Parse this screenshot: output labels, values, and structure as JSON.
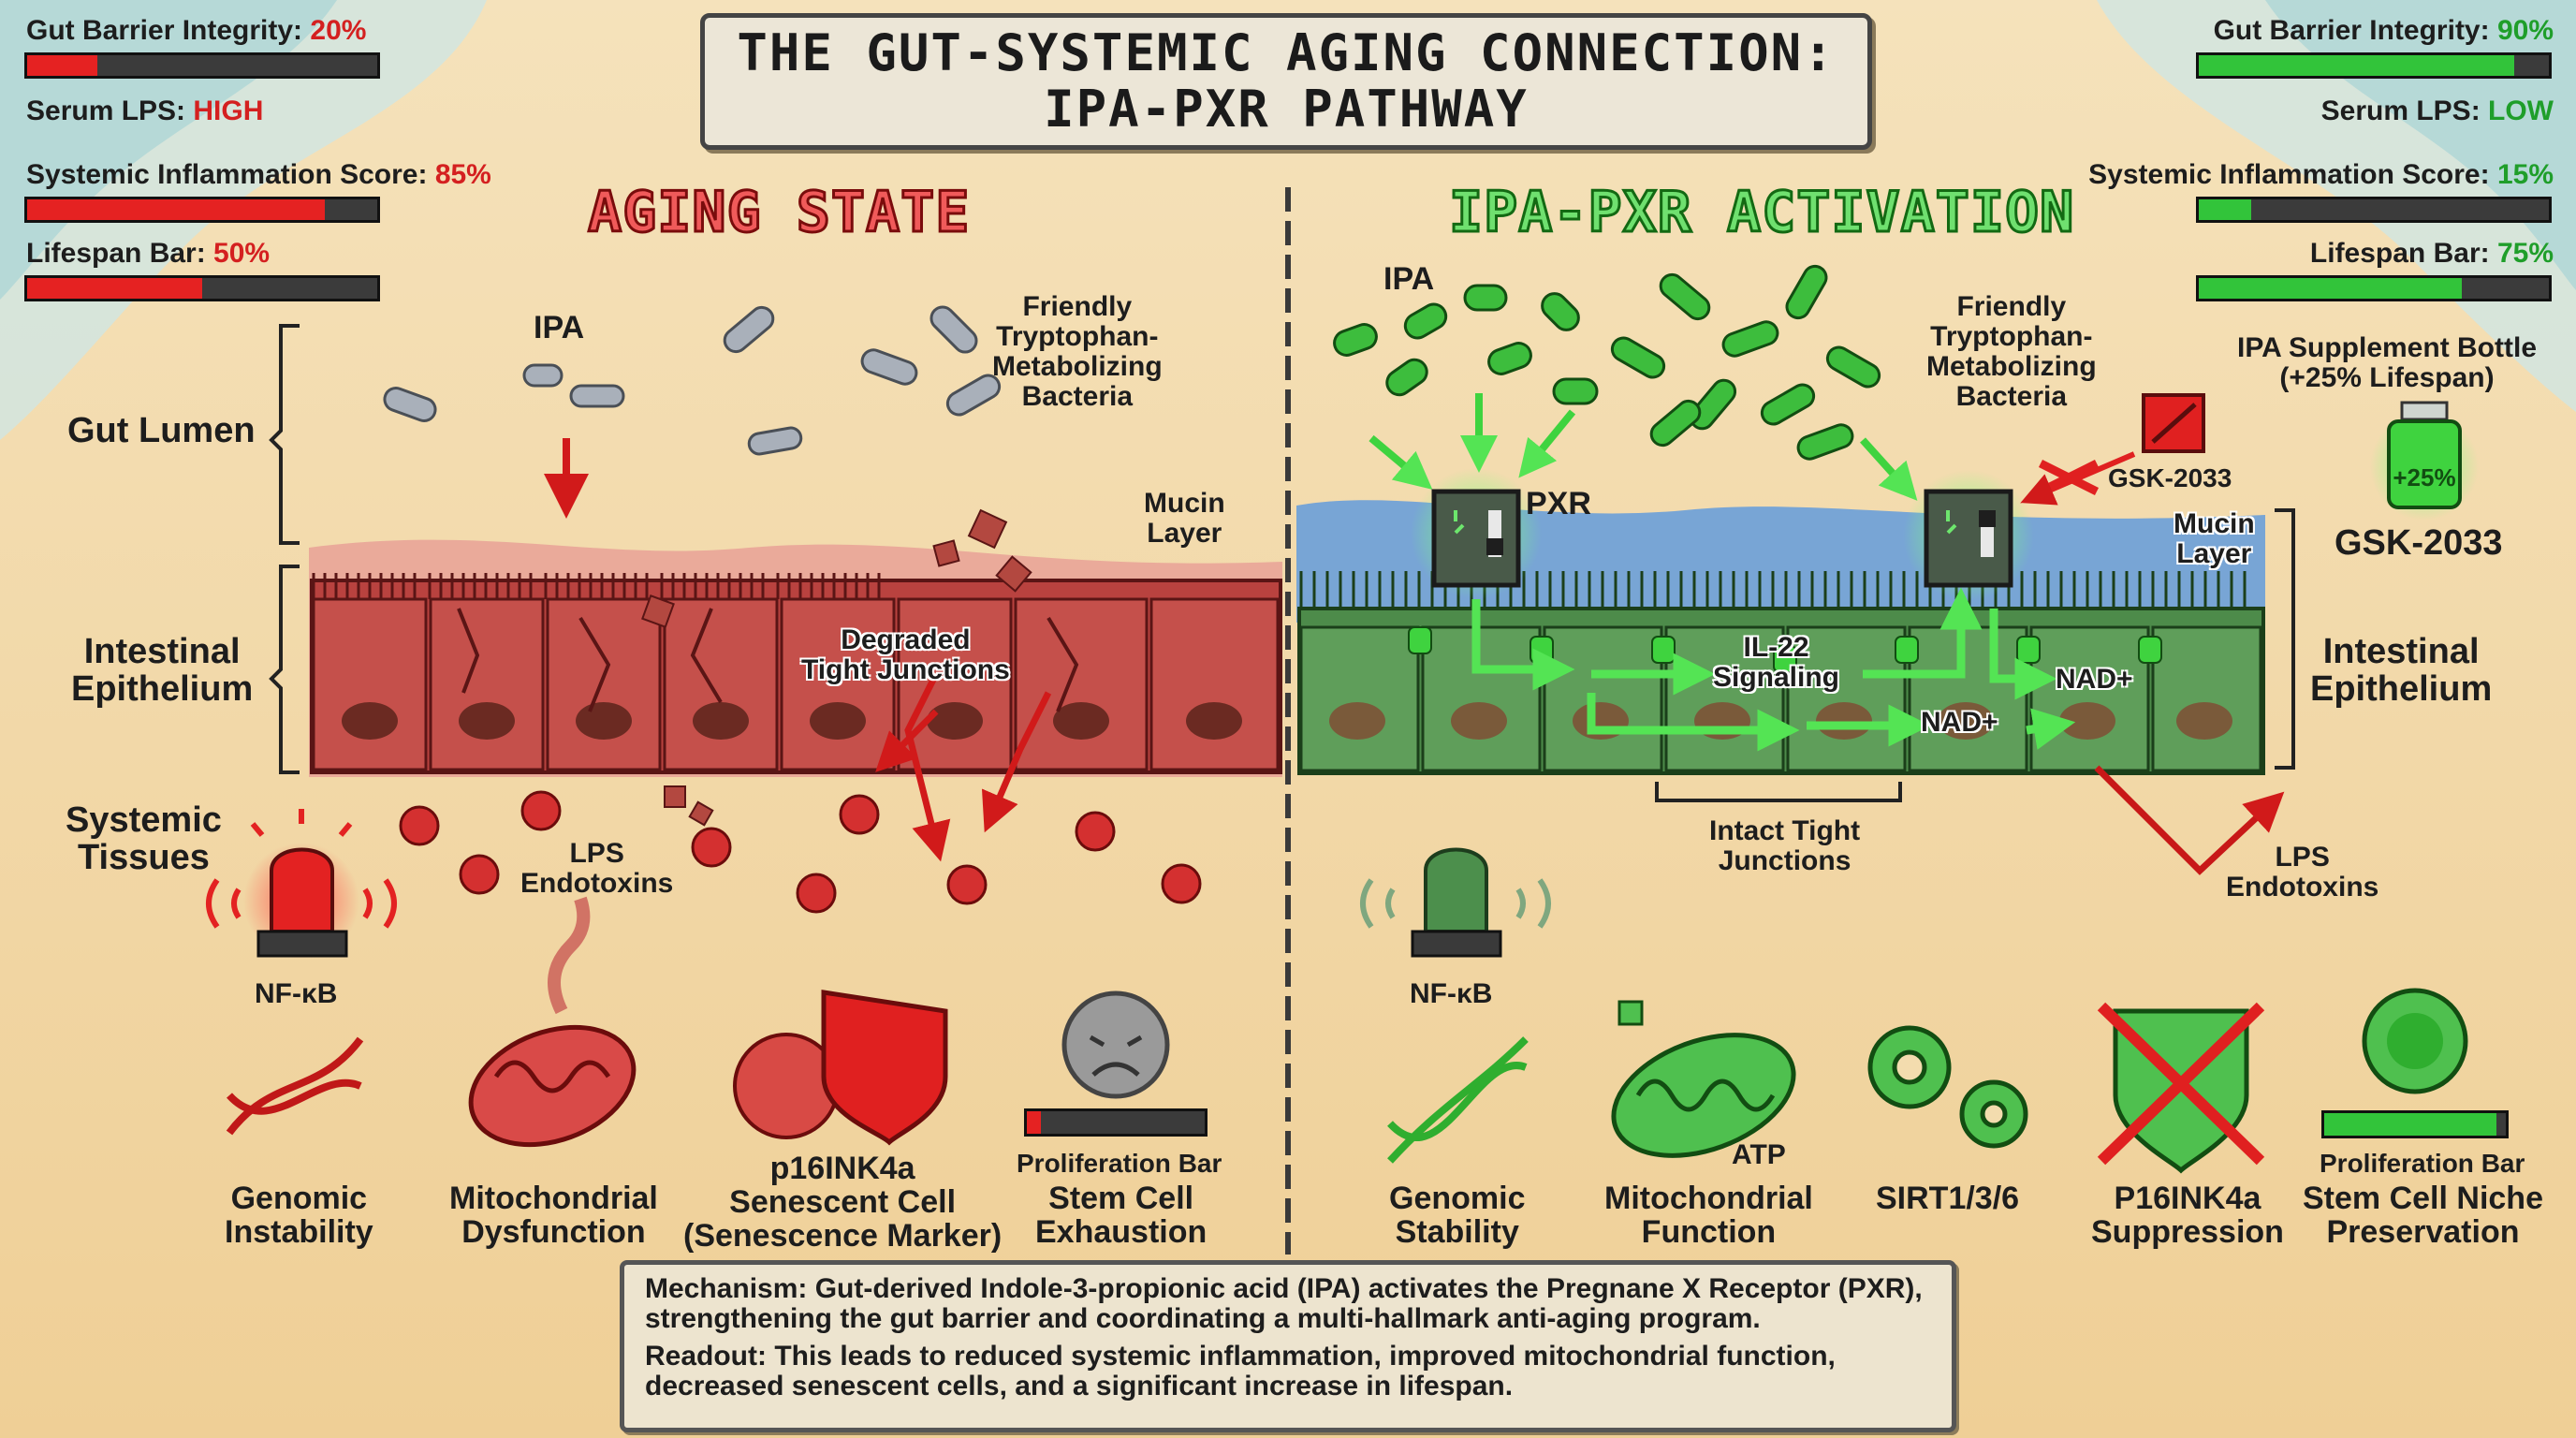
{
  "title": {
    "line1": "THE GUT-SYSTEMIC AGING CONNECTION:",
    "line2": "IPA-PXR PATHWAY"
  },
  "left_hud": {
    "barrier_label": "Gut Barrier Integrity: ",
    "barrier_value": "20%",
    "barrier_fraction": 0.2,
    "lps_label": "Serum LPS: ",
    "lps_value": "HIGH",
    "inflammation_label": "Systemic Inflammation Score: ",
    "inflammation_value": "85%",
    "inflammation_fraction": 0.85,
    "lifespan_label": "Lifespan Bar: ",
    "lifespan_value": "50%",
    "lifespan_fraction": 0.5
  },
  "right_hud": {
    "barrier_label": "Gut Barrier Integrity: ",
    "barrier_value": "90%",
    "barrier_fraction": 0.9,
    "lps_label": "Serum LPS: ",
    "lps_value": "LOW",
    "inflammation_label": "Systemic Inflammation Score: ",
    "inflammation_value": "15%",
    "inflammation_fraction": 0.15,
    "lifespan_label": "Lifespan Bar: ",
    "lifespan_value": "75%",
    "lifespan_fraction": 0.75
  },
  "aging": {
    "heading": "AGING STATE",
    "ipa": "IPA",
    "bacteria": "Friendly\nTryptophan-\nMetabolizing\nBacteria",
    "gut_lumen": "Gut Lumen",
    "mucin": "Mucin\nLayer",
    "epithelium": "Intestinal\nEpithelium",
    "degraded": "Degraded\nTight Junctions",
    "systemic": "Systemic\nTissues",
    "lps": "LPS\nEndotoxins",
    "nfkb": "NF-κB",
    "hallmarks": {
      "genomic": "Genomic\nInstability",
      "mito": "Mitochondrial\nDysfunction",
      "senescent": "p16INK4a\nSenescent Cell\n(Senescence Marker)",
      "stem_bar_label": "Proliferation Bar",
      "stem_fraction": 0.08,
      "stem": "Stem Cell\nExhaustion"
    }
  },
  "activation": {
    "heading": "IPA-PXR ACTIVATION",
    "ipa": "IPA",
    "bacteria": "Friendly\nTryptophan-\nMetabolizing\nBacteria",
    "pxr": "PXR",
    "gsk_small": "GSK-2033",
    "supplement": "IPA Supplement Bottle\n(+25% Lifespan)",
    "bottle_label": "+25%",
    "mucin": "Mucin\nLayer",
    "gsk_large": "GSK-2033",
    "epithelium": "Intestinal\nEpithelium",
    "il22": "IL-22\nSignaling",
    "nad1": "NAD+",
    "nad2": "NAD+",
    "tight": "Intact Tight\nJunctions",
    "lps": "LPS\nEndotoxins",
    "nfkb": "NF-κB",
    "hallmarks": {
      "genomic": "Genomic\nStability",
      "atp": "ATP",
      "mito": "Mitochondrial\nFunction",
      "sirt": "SIRT1/3/6",
      "p16": "P16INK4a\nSuppression",
      "stem_bar_label": "Proliferation Bar",
      "stem_fraction": 0.95,
      "stem": "Stem Cell Niche\nPreservation"
    }
  },
  "mechanism": {
    "p1": "Mechanism: Gut-derived Indole-3-propionic acid (IPA) activates the Pregnane X Receptor (PXR), strengthening the gut barrier and coordinating a multi-hallmark anti-aging program.",
    "p2": "Readout: This leads to reduced systemic inflammation, improved mitochondrial function, decreased senescent cells, and a significant increase in lifespan."
  },
  "colors": {
    "bad": "#d42020",
    "good": "#1f9e2a",
    "red_cell": "#c2504c",
    "green_cell": "#5a9b55",
    "mucin_blue": "#6a9fd9"
  }
}
